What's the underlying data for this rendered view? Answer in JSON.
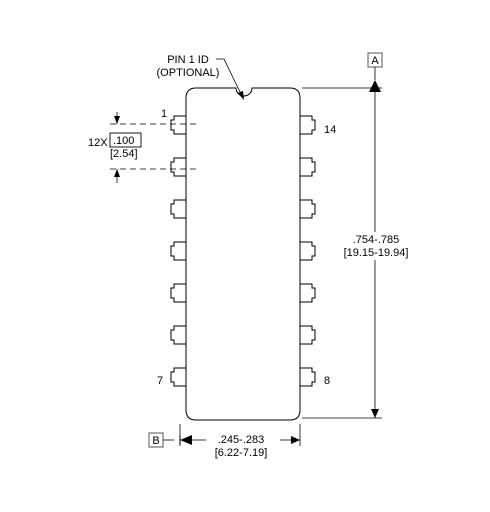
{
  "pin1_id": {
    "line1": "PIN 1 ID",
    "line2": "(OPTIONAL)"
  },
  "datum_a": "A",
  "datum_b": "B",
  "pin_labels": {
    "pin1": "1",
    "pin14": "14",
    "pin7": "7",
    "pin8": "8"
  },
  "pitch": {
    "count": "12X",
    "inch": ".100",
    "mm": "[2.54]"
  },
  "length": {
    "inch": ".754-.785",
    "mm": "[19.15-19.94]"
  },
  "width": {
    "inch": ".245-.283",
    "mm": "[6.22-7.19]"
  },
  "pins_per_side": 7
}
